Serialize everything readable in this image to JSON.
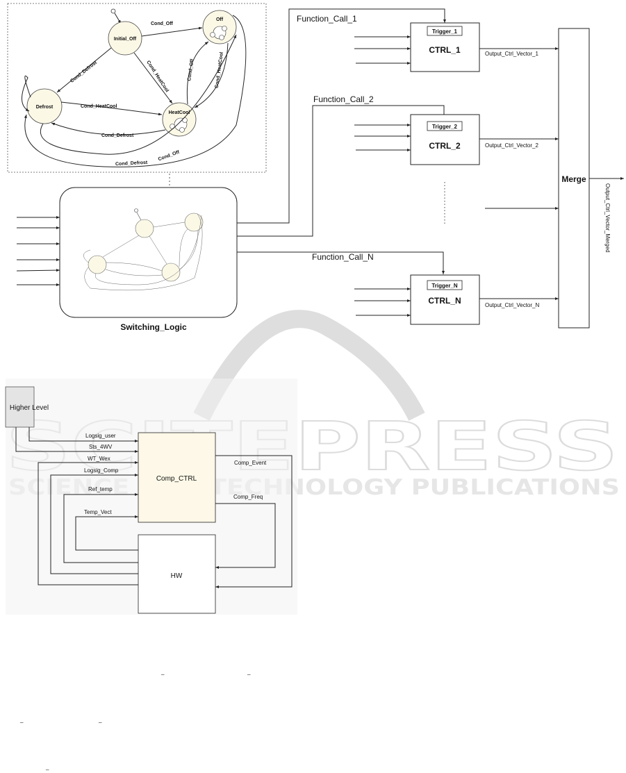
{
  "watermark": {
    "main": "SCITEPRESS",
    "sub": "SCIENCE AND TECHNOLOGY PUBLICATIONS"
  },
  "statechart": {
    "states": {
      "initial_off": "Initial_Off",
      "off": "Off",
      "defrost": "Defrost",
      "heatcool": "HeatCool"
    },
    "transitions": {
      "init_to_off": "Cond_Off",
      "init_to_defrost": "Cond_Defrost",
      "init_to_heatcool": "Cond_HeatCool",
      "heatcool_to_off": "Cond_Off",
      "off_to_heatcool": "Cond_HeatCool",
      "defrost_to_heatcool": "Cond_HeatCool",
      "heatcool_to_defrost": "Cond_Defrost",
      "loop_off": "Cond_Off",
      "loop_defrost": "Cond_Defrost"
    }
  },
  "switching_logic": {
    "label": "Switching_Logic"
  },
  "function_calls": [
    "Function_Call_1",
    "Function_Call_2",
    "Function_Call_N"
  ],
  "controllers": [
    {
      "trigger": "Trigger_1",
      "name": "CTRL_1",
      "output": "Output_Ctrl_Vector_1"
    },
    {
      "trigger": "Trigger_2",
      "name": "CTRL_2",
      "output": "Output_Ctrl_Vector_2"
    },
    {
      "trigger": "Trigger_N",
      "name": "CTRL_N",
      "output": "Output_Ctrl_Vector_N"
    }
  ],
  "merge": {
    "label": "Merge",
    "output": "Output_Ctrl_Vector_Merged"
  },
  "comp_diagram": {
    "higher_level": "Higher Level",
    "comp_ctrl": "Comp_CTRL",
    "hw": "HW",
    "signals": {
      "logsig_user": "Logsig_user",
      "sts_4wv": "Sts_4WV",
      "wt_wex": "WT_Wex",
      "logsig_comp": "Logsig_Comp",
      "ref_temp": "Ref_temp",
      "temp_vect": "Temp_Vect",
      "comp_event": "Comp_Event",
      "comp_freq": "Comp_Freq"
    }
  },
  "colors": {
    "comp_ctrl_fill": "#fdf8e7",
    "higher_level_fill": "#e4e4e4",
    "state_fill": "#fbf8e6",
    "line": "#222222"
  },
  "footer_marks": [
    "_",
    "_",
    "_",
    "_",
    "_"
  ]
}
